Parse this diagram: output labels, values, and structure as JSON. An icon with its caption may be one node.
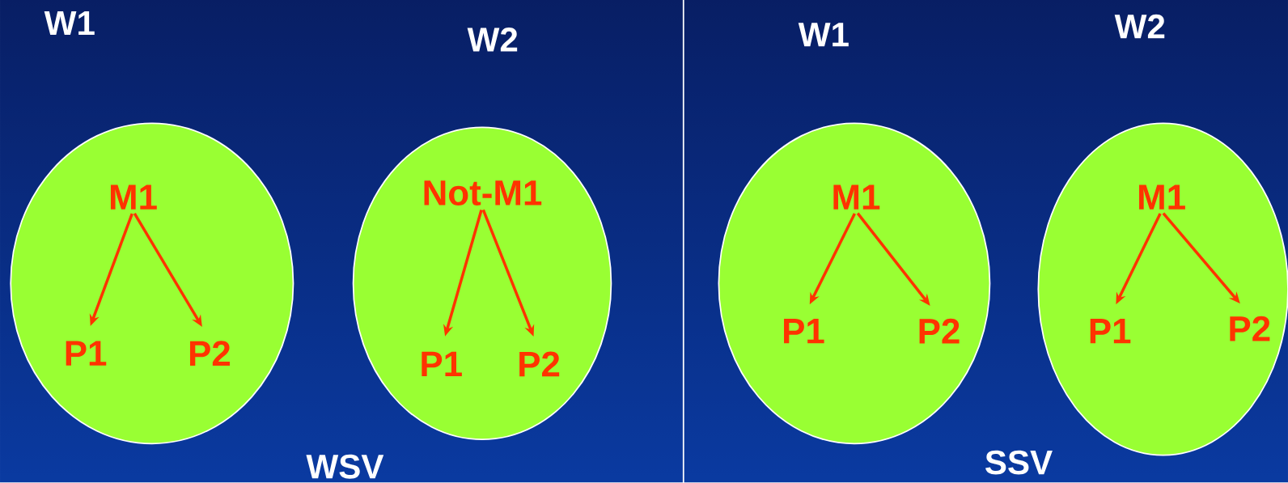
{
  "diagram": {
    "nodes": [
      {
        "text": [],
        "shape": "ellipse"
      },
      {
        "text": [
          "M1"
        ],
        "in": 0
      },
      {
        "text": [
          "P1"
        ],
        "in": 0
      },
      {
        "text": [
          "P2"
        ],
        "in": 0
      },
      {
        "text": [],
        "shape": "ellipse"
      },
      {
        "text": [
          "Not-M1"
        ],
        "in": 4
      },
      {
        "text": [
          "P1"
        ],
        "in": 4
      },
      {
        "text": [
          "P2"
        ],
        "in": 4
      },
      {
        "text": [],
        "shape": "ellipse"
      },
      {
        "text": [
          "M1"
        ],
        "in": 8
      },
      {
        "text": [
          "P1"
        ],
        "in": 8
      },
      {
        "text": [
          "P2"
        ],
        "in": 8
      },
      {
        "text": [],
        "shape": "ellipse"
      },
      {
        "text": [
          "M1"
        ],
        "in": 12
      },
      {
        "text": [
          "P1"
        ],
        "in": 12
      },
      {
        "text": [
          "P2"
        ],
        "in": 12
      }
    ],
    "edges": [
      {
        "from": 1,
        "to": 2,
        "arrow": "to",
        "color": "#ff3300"
      },
      {
        "from": 1,
        "to": 3,
        "arrow": "to",
        "color": "#ff3300"
      },
      {
        "from": 5,
        "to": 6,
        "arrow": "to",
        "color": "#ff3300"
      },
      {
        "from": 5,
        "to": 7,
        "arrow": "to",
        "color": "#ff3300"
      },
      {
        "from": 9,
        "to": 10,
        "arrow": "to",
        "color": "#ff3300"
      },
      {
        "from": 9,
        "to": 11,
        "arrow": "to",
        "color": "#ff3300"
      },
      {
        "from": 13,
        "to": 14,
        "arrow": "to",
        "color": "#ff3300"
      },
      {
        "from": 13,
        "to": 15,
        "arrow": "to",
        "color": "#ff3300"
      }
    ],
    "labels": [
      "W1",
      "W2",
      "WSV",
      "W1",
      "W2",
      "SSV"
    ]
  }
}
